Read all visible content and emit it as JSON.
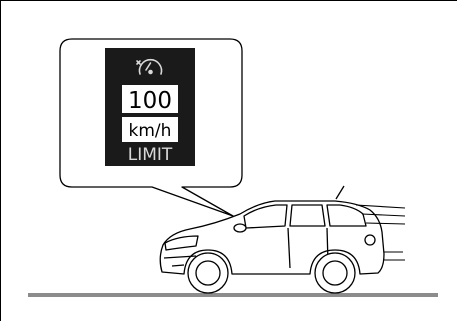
{
  "display": {
    "speed_value": "100",
    "speed_unit": "km/h",
    "mode_label": "LIMIT",
    "gauge_icon": "speedometer-limiter-icon"
  },
  "colors": {
    "line": "#000000",
    "display_bg": "#1a1a1a",
    "display_text": "#d9d9d9",
    "value_box": "#ffffff",
    "road": "#8c8c8c"
  }
}
